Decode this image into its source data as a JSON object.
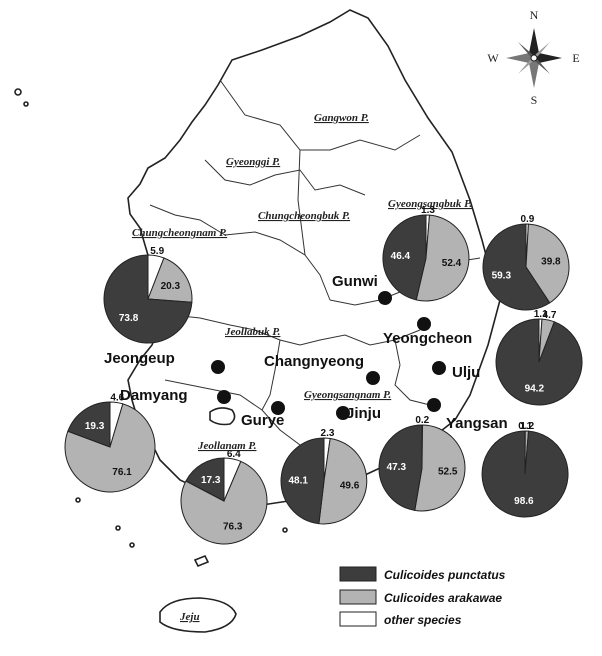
{
  "compass": {
    "n": "N",
    "s": "S",
    "e": "E",
    "w": "W"
  },
  "provinces": [
    {
      "id": "gangwon",
      "label": "Gangwon P."
    },
    {
      "id": "gyeonggi",
      "label": "Gyeonggi P."
    },
    {
      "id": "chungbuk",
      "label": "Chungcheongbuk P."
    },
    {
      "id": "chungnam",
      "label": "Chungcheongnam P."
    },
    {
      "id": "gyeongbuk",
      "label": "Gyeongsangbuk P."
    },
    {
      "id": "jeonbuk",
      "label": "Jeollabuk P."
    },
    {
      "id": "gyeongnam",
      "label": "Gyeongsangnam P."
    },
    {
      "id": "jeonnam",
      "label": "Jeollanam P."
    },
    {
      "id": "jeju",
      "label": "Jeju"
    }
  ],
  "sites": [
    {
      "id": "gunwi",
      "label": "Gunwi"
    },
    {
      "id": "yeongcheon",
      "label": "Yeongcheon"
    },
    {
      "id": "jeongeup",
      "label": "Jeongeup"
    },
    {
      "id": "changnyeong",
      "label": "Changnyeong"
    },
    {
      "id": "ulju",
      "label": "Ulju"
    },
    {
      "id": "damyang",
      "label": "Damyang"
    },
    {
      "id": "gurye",
      "label": "Gurye"
    },
    {
      "id": "jinju",
      "label": "Jinju"
    },
    {
      "id": "yangsan",
      "label": "Yangsan"
    }
  ],
  "colors": {
    "punctatus": "#3d3d3d",
    "arakawae": "#b3b3b3",
    "other": "#ffffff"
  },
  "legend": [
    {
      "key": "punctatus",
      "label": "Culicoides punctatus"
    },
    {
      "key": "arakawae",
      "label": "Culicoides arakawae"
    },
    {
      "key": "other",
      "label": "other species"
    }
  ],
  "chart_data": {
    "type": "pie",
    "series_order": [
      "punctatus",
      "arakawae",
      "other"
    ],
    "pies": [
      {
        "site": "Gunwi",
        "values": {
          "punctatus": 46.4,
          "arakawae": 52.4,
          "other": 1.3
        },
        "labels": {
          "punctatus": "46.4",
          "arakawae": "52.4",
          "other": "1.3"
        }
      },
      {
        "site": "Yeongcheon",
        "values": {
          "punctatus": 59.3,
          "arakawae": 39.8,
          "other": 0.9
        },
        "labels": {
          "punctatus": "59.3",
          "arakawae": "39.8",
          "other": "0.9"
        }
      },
      {
        "site": "Jeongeup",
        "values": {
          "punctatus": 73.8,
          "arakawae": 20.3,
          "other": 5.9
        },
        "labels": {
          "punctatus": "73.8",
          "arakawae": "20.3",
          "other": "5.9"
        }
      },
      {
        "site": "Ulju",
        "values": {
          "punctatus": 94.2,
          "arakawae": 4.7,
          "other": 1.1
        },
        "labels": {
          "punctatus": "94.2",
          "arakawae": "4.7",
          "other": "1.1"
        }
      },
      {
        "site": "Damyang",
        "values": {
          "punctatus": 19.3,
          "arakawae": 76.1,
          "other": 4.6
        },
        "labels": {
          "punctatus": "19.3",
          "arakawae": "76.1",
          "other": "4.6"
        }
      },
      {
        "site": "Gurye",
        "values": {
          "punctatus": 17.3,
          "arakawae": 76.3,
          "other": 6.4
        },
        "labels": {
          "punctatus": "17.3",
          "arakawae": "76.3",
          "other": "6.4"
        }
      },
      {
        "site": "Changnyeong",
        "values": {
          "punctatus": 48.1,
          "arakawae": 49.6,
          "other": 2.3
        },
        "labels": {
          "punctatus": "48.1",
          "arakawae": "49.6",
          "other": "2.3"
        }
      },
      {
        "site": "Jinju",
        "values": {
          "punctatus": 47.3,
          "arakawae": 52.5,
          "other": 0.2
        },
        "labels": {
          "punctatus": "47.3",
          "arakawae": "52.5",
          "other": "0.2"
        }
      },
      {
        "site": "Yangsan",
        "values": {
          "punctatus": 98.6,
          "arakawae": 1.2,
          "other": 0.1
        },
        "labels": {
          "punctatus": "98.6",
          "arakawae": "1.2",
          "other": "0.1"
        }
      }
    ]
  }
}
